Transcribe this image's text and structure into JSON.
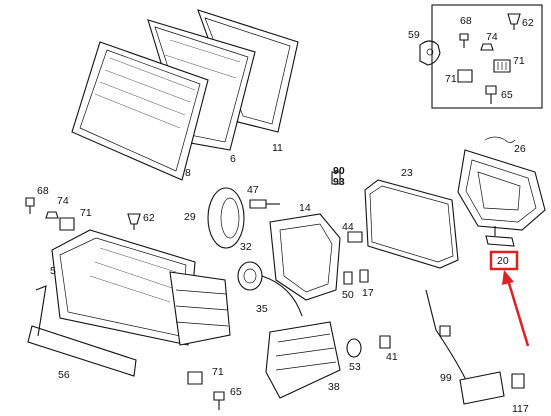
{
  "colors": {
    "highlight": "#e02020",
    "ink": "#111111"
  },
  "labels": {
    "l59": "59",
    "l68a": "68",
    "l74a": "74",
    "l62a": "62",
    "l71a": "71",
    "l71b": "71",
    "l65a": "65",
    "l11": "11",
    "l6": "6",
    "l8": "8",
    "l26": "26",
    "l90": "90",
    "l93": "93",
    "l23": "23",
    "l68b": "68",
    "l74b": "74",
    "l71c": "71",
    "l62b": "62",
    "l47": "47",
    "l29": "29",
    "l14": "14",
    "l44": "44",
    "l5": "5",
    "l32": "32",
    "l50": "50",
    "l17": "17",
    "l35": "35",
    "l20": "20",
    "l56": "56",
    "l53": "53",
    "l41": "41",
    "l71d": "71",
    "l65b": "65",
    "l38": "38",
    "l99": "99",
    "l117": "117"
  }
}
